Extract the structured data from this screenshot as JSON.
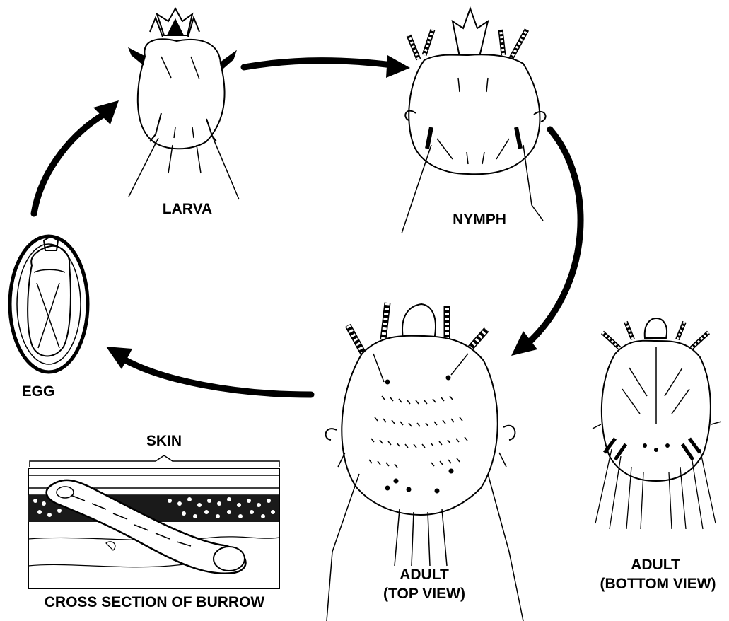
{
  "stages": {
    "larva": {
      "label": "LARVA"
    },
    "nymph": {
      "label": "NYMPH"
    },
    "egg": {
      "label": "EGG"
    },
    "adult_top": {
      "label_line1": "ADULT",
      "label_line2": "(TOP VIEW)"
    },
    "adult_bottom": {
      "label_line1": "ADULT",
      "label_line2": "(BOTTOM VIEW)"
    }
  },
  "burrow": {
    "skin_label": "SKIN",
    "caption": "CROSS SECTION OF BURROW"
  },
  "colors": {
    "ink": "#000000",
    "paper": "#ffffff"
  }
}
